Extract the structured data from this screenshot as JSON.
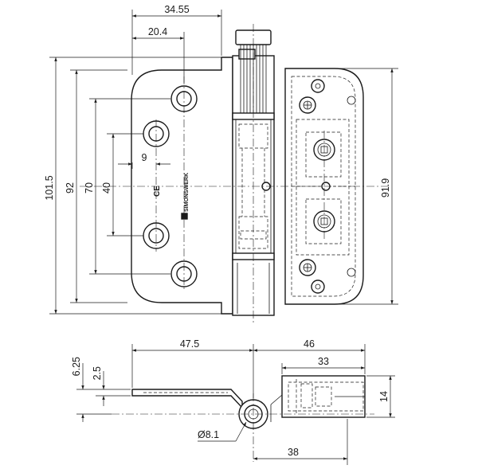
{
  "front_view": {
    "dimensions": {
      "width_knuckle": "34.55",
      "width_hole": "20.4",
      "hole_offset": "9",
      "height_overall": "101.5",
      "height_leaf": "92",
      "hole_spacing_outer": "70",
      "hole_spacing_inner": "40",
      "height_frame_leaf": "91.9"
    },
    "marks": {
      "ce_mark": "CE",
      "brand": "SIMONSWERK"
    }
  },
  "side_view": {
    "dimensions": {
      "leaf_width": "47.5",
      "frame_width": "46",
      "frame_inner": "33",
      "offset_total": "6.25",
      "leaf_thickness": "2.5",
      "height": "14",
      "pin_diameter": "Ø8.1",
      "bottom_width": "38"
    }
  }
}
